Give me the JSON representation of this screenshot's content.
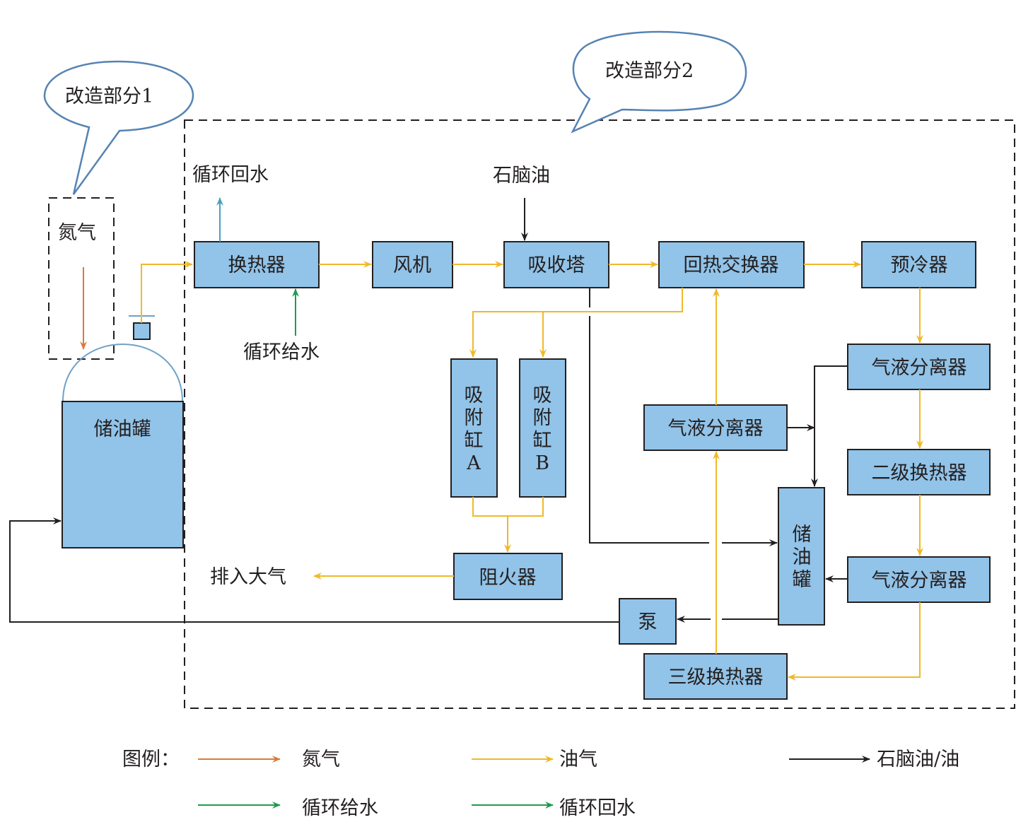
{
  "callouts": {
    "part1": "改造部分1",
    "part2": "改造部分2"
  },
  "left": {
    "nitrogen_label": "氮气",
    "tank_label": "储油罐"
  },
  "labels": {
    "circ_return": "循环回水",
    "circ_supply": "循环给水",
    "naphtha": "石脑油",
    "vent": "排入大气"
  },
  "units": {
    "heat_exchanger": "换热器",
    "fan": "风机",
    "absorber": "吸收塔",
    "recuperator": "回热交换器",
    "precooler": "预冷器",
    "separator_top": "气液分离器",
    "separator_mid": "气液分离器",
    "secondary_hx": "二级换热器",
    "separator_bottom": "气液分离器",
    "tertiary_hx": "三级换热器",
    "flame_arrester": "阻火器",
    "pump": "泵",
    "adsorber_a": [
      "吸",
      "附",
      "缸",
      "A"
    ],
    "adsorber_b": [
      "吸",
      "附",
      "缸",
      "B"
    ],
    "tank_right": [
      "储",
      "油",
      "罐"
    ]
  },
  "legend": {
    "title": "图例：",
    "items": [
      {
        "label": "氮气",
        "color": "#d87c3a"
      },
      {
        "label": "油气",
        "color": "#f0b92a"
      },
      {
        "label": "石脑油/油",
        "color": "#231f20"
      },
      {
        "label": "循环给水",
        "color": "#219a4f"
      },
      {
        "label": "循环回水",
        "color": "#219a4f"
      }
    ]
  }
}
